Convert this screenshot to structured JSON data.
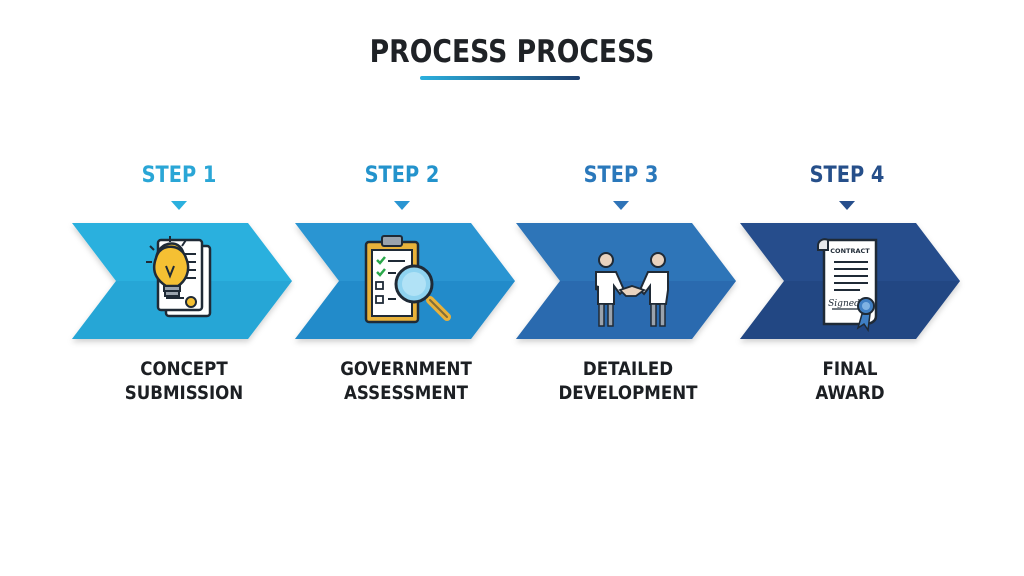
{
  "title": "PROCESS PROCESS",
  "colors": {
    "title_text": "#1f2226",
    "underline_start": "#2bb0de",
    "underline_end": "#1e3f6e",
    "caption_text": "#1c1f23"
  },
  "steps": [
    {
      "label": "STEP 1",
      "caption_line1": "CONCEPT",
      "caption_line2": "SUBMISSION",
      "icon": "lightbulb-document-icon",
      "color": "#2bb0de",
      "label_color": "#2aa6d6"
    },
    {
      "label": "STEP 2",
      "caption_line1": "GOVERNMENT",
      "caption_line2": "ASSESSMENT",
      "icon": "clipboard-magnifier-icon",
      "color": "#2a95d2",
      "label_color": "#2393cc"
    },
    {
      "label": "STEP 3",
      "caption_line1": "DETAILED",
      "caption_line2": "DEVELOPMENT",
      "icon": "handshake-icon",
      "color": "#2f74b8",
      "label_color": "#2a78bb"
    },
    {
      "label": "STEP 4",
      "caption_line1": "FINAL",
      "caption_line2": "AWARD",
      "icon": "contract-icon",
      "color": "#264e8c",
      "label_color": "#264f8a",
      "contract_heading": "CONTRACT",
      "contract_signature": "Signed"
    }
  ]
}
